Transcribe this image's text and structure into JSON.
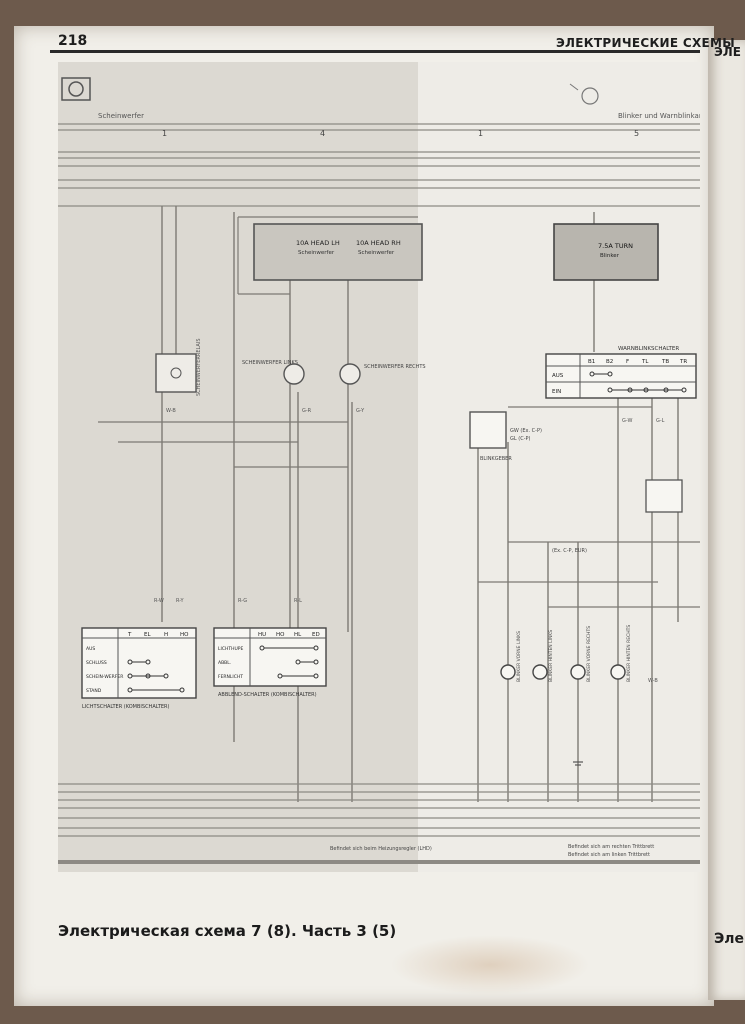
{
  "page": {
    "number": "218",
    "header": "ЭЛЕКТРИЧЕСКИЕ СХЕМЫ",
    "caption": "Электрическая схема 7 (8). Часть 3 (5)",
    "next_page_header": "ЭЛЕ",
    "next_page_caption": "Эле"
  },
  "diagram": {
    "sections": [
      "Scheinwerfer",
      "Blinker und Warnblinkanlage"
    ],
    "columns": [
      "1",
      "4",
      "1",
      "5"
    ],
    "fuses": [
      {
        "label": "10A HEAD LH",
        "sub": "Scheinwerfer"
      },
      {
        "label": "10A HEAD RH",
        "sub": "Scheinwerfer"
      },
      {
        "label": "7.5A TURN",
        "sub": "Blinker"
      }
    ],
    "lamps": [
      "SCHEINWERFER LINKS",
      "SCHEINWERFER RECHTS"
    ],
    "relays": [
      "SCHEINWERFERRELAIS",
      "BLINKGEBER"
    ],
    "switches": {
      "light": {
        "name": "LICHTSCHALTER (KOMBISCHALTER)",
        "cols": [
          "T",
          "EL",
          "H",
          "HO"
        ],
        "rows": [
          "AUS",
          "SCHLUSS",
          "SCHEIN-WERFER",
          "STAND"
        ]
      },
      "dimmer": {
        "name": "ABBLEND-SCHALTER (KOMBISCHALTER)",
        "cols": [
          "HU",
          "HO",
          "HL",
          "ED"
        ],
        "rows": [
          "LICHTHUPE",
          "ABBL.",
          "FERNLICHT"
        ]
      },
      "hazard": {
        "name": "WARNBLINKSCHALTER",
        "cols": [
          "B1",
          "B2",
          "F",
          "TL",
          "TB",
          "TR"
        ],
        "rows": [
          "AUS",
          "EIN"
        ]
      }
    },
    "turn_lamps": [
      "BLINKER VORNE LINKS",
      "BLINKER HINTEN LINKS",
      "BLINKER VORNE RECHTS",
      "BLINKER HINTEN RECHTS"
    ],
    "notes": [
      "Befindet sich am rechten Trittbrett",
      "Befindet sich am linken Trittbrett",
      "Befindet sich beim Heizungsregler (LHD)"
    ],
    "wire_codes": [
      "W-B",
      "G-R",
      "G-Y",
      "R-W",
      "R-Y",
      "R-G",
      "R-L",
      "G-W",
      "G-L",
      "W-B"
    ],
    "misc_labels": [
      "(Ex. C-P, EUR)",
      "GW (Ex. C-P)",
      "GL (C-P)"
    ]
  }
}
